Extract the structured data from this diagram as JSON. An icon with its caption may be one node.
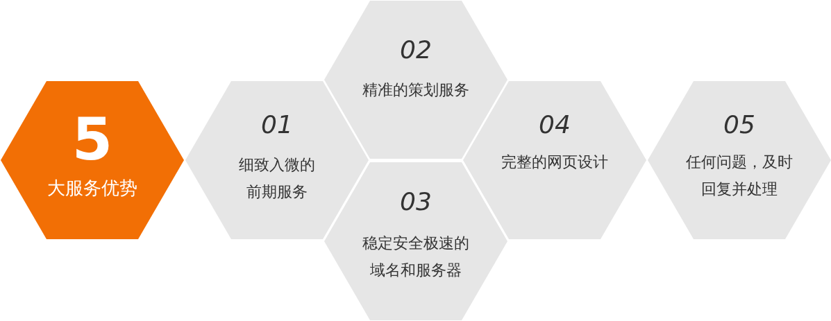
{
  "diagram": {
    "nodes": [
      {
        "text": [
          "5",
          "大服务优势"
        ]
      },
      {
        "text": [
          "01",
          "细致入微的前期服务"
        ]
      },
      {
        "text": [
          "02",
          "精准的策划服务"
        ]
      },
      {
        "text": [
          "03",
          "稳定安全极速的域名和服务器"
        ]
      },
      {
        "text": [
          "04",
          "完整的网页设计"
        ]
      },
      {
        "text": [
          "05",
          "任何问题，及时回复并处理"
        ]
      }
    ]
  }
}
